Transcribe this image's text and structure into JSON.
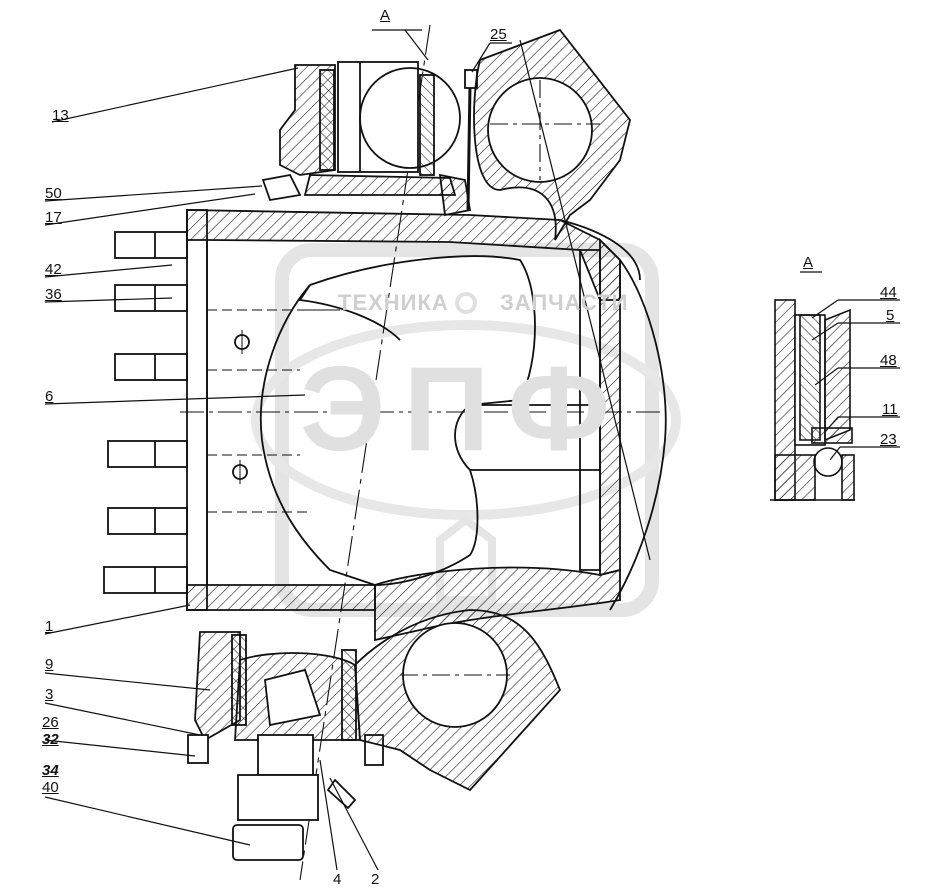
{
  "diagram": {
    "section_marker": "A",
    "detail_view_title": "A",
    "callouts": {
      "c13": "13",
      "c25": "25",
      "c50": "50",
      "c17": "17",
      "c42": "42",
      "c36": "36",
      "c6": "6",
      "c1": "1",
      "c9": "9",
      "c3": "3",
      "c26": "26",
      "c32": "32",
      "c34": "34",
      "c40": "40",
      "c4": "4",
      "c2": "2",
      "c44": "44",
      "c5": "5",
      "c48": "48",
      "c11": "11",
      "c23": "23"
    }
  },
  "watermark": {
    "line1_left": "ТЕХНИКА",
    "line1_right": "ЗАПЧАСТИ",
    "big_letters": "ЭПФ"
  }
}
